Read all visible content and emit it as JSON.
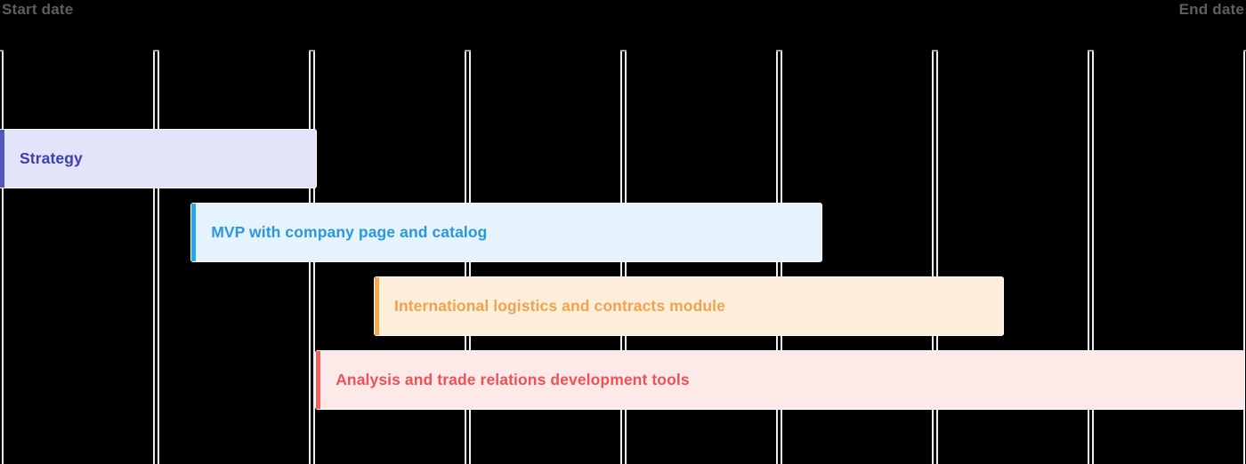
{
  "header": {
    "start_label": "Start date",
    "end_label": "End date"
  },
  "colors": {
    "background": "#000000",
    "gridline": "#ededf2",
    "gridline_cap": "#9d9da3",
    "header_text": "#5e5e5e",
    "bar_border": "#ffffff"
  },
  "chart_data": {
    "type": "gantt",
    "title": "",
    "timeline": {
      "start_label": "Start date",
      "end_label": "End date",
      "columns": 8
    },
    "tasks": [
      {
        "label": "Strategy",
        "start_pct": 0,
        "end_pct": 25.4,
        "fill": "#e3e3f9",
        "accent": "#5356b9",
        "text_color": "#3c3fae"
      },
      {
        "label": "MVP with company page and catalog",
        "start_pct": 15.3,
        "end_pct": 66.0,
        "fill": "#e4f3fc",
        "accent": "#28a6e9",
        "text_color": "#2b97dc"
      },
      {
        "label": "International logistics and contracts module",
        "start_pct": 30.0,
        "end_pct": 80.6,
        "fill": "#fdeeda",
        "accent": "#f6a94f",
        "text_color": "#f1a251"
      },
      {
        "label": "Analysis and trade relations development tools",
        "start_pct": 25.3,
        "end_pct": 99.9,
        "fill": "#fce9e8",
        "accent": "#f25f5c",
        "text_color": "#ee5254"
      }
    ]
  }
}
